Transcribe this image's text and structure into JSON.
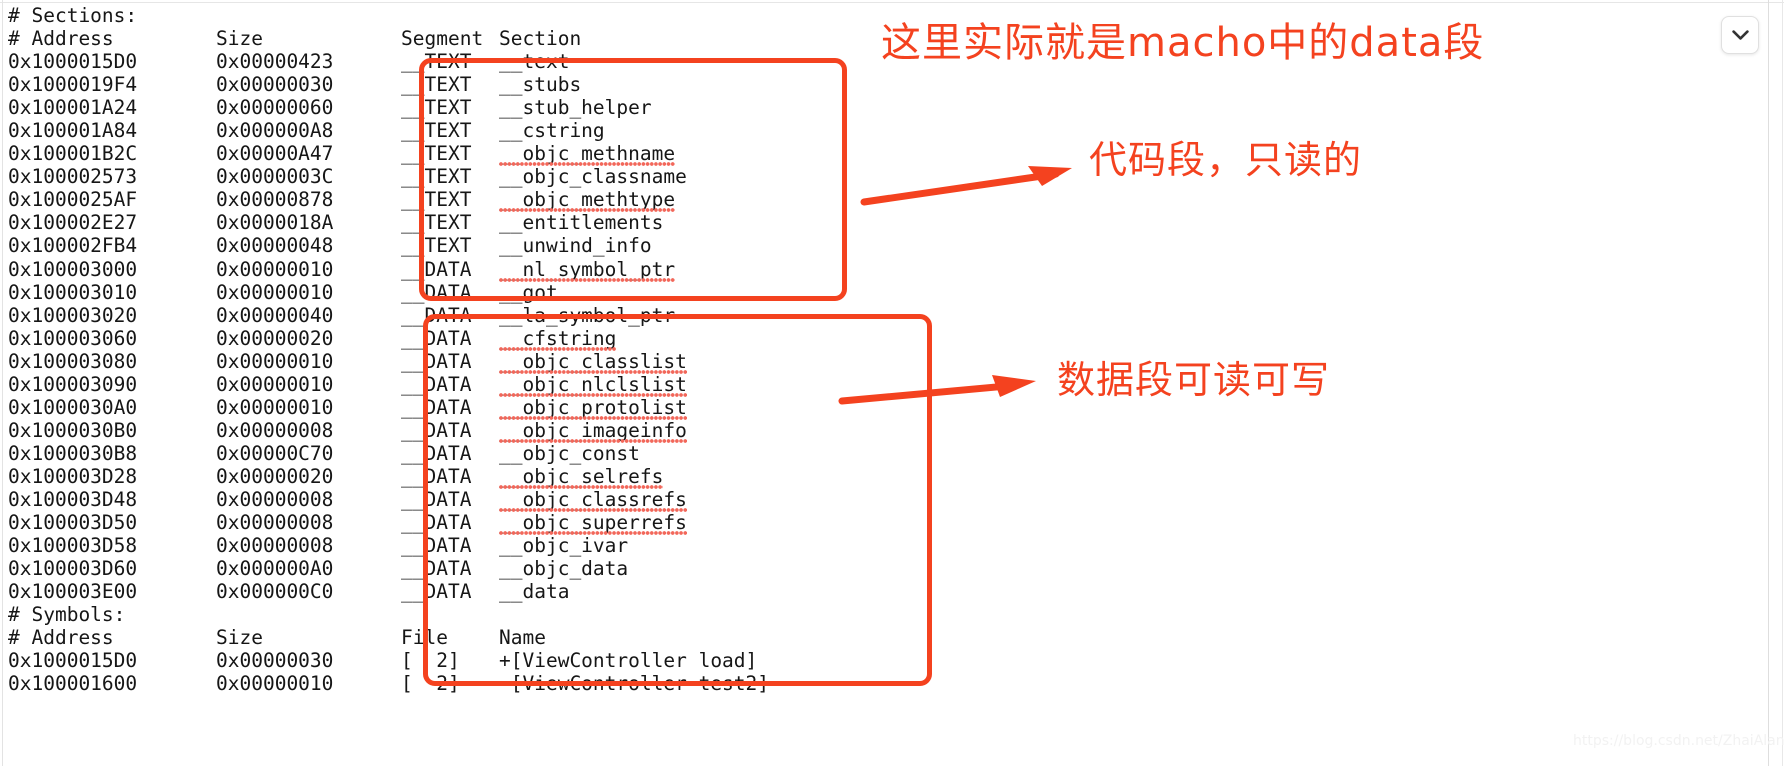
{
  "listing": {
    "headers": [
      {
        "kind": "comment",
        "text": "# Sections:"
      },
      {
        "addr": "# Address",
        "size": "Size",
        "seg": "",
        "sect": "Segment Section"
      }
    ],
    "sections_label": "# Sections:",
    "symbols_label": "# Symbols:",
    "columns": {
      "address": "# Address",
      "size": "Size",
      "segment": "Segment",
      "section": "Section",
      "file": "File",
      "name": "Name"
    },
    "symbols_header": "File  Name",
    "rows": [
      {
        "addr": "0x1000015D0",
        "size": "0x00000423",
        "seg": "__TEXT",
        "sect": "__text",
        "misspelled": false
      },
      {
        "addr": "0x1000019F4",
        "size": "0x00000030",
        "seg": "__TEXT",
        "sect": "__stubs",
        "misspelled": false
      },
      {
        "addr": "0x100001A24",
        "size": "0x00000060",
        "seg": "__TEXT",
        "sect": "__stub_helper",
        "misspelled": false
      },
      {
        "addr": "0x100001A84",
        "size": "0x000000A8",
        "seg": "__TEXT",
        "sect": "__cstring",
        "misspelled": false
      },
      {
        "addr": "0x100001B2C",
        "size": "0x00000A47",
        "seg": "__TEXT",
        "sect": "__objc_methname",
        "misspelled": true
      },
      {
        "addr": "0x100002573",
        "size": "0x0000003C",
        "seg": "__TEXT",
        "sect": "__objc_classname",
        "misspelled": false
      },
      {
        "addr": "0x1000025AF",
        "size": "0x00000878",
        "seg": "__TEXT",
        "sect": "__objc_methtype",
        "misspelled": true
      },
      {
        "addr": "0x100002E27",
        "size": "0x0000018A",
        "seg": "__TEXT",
        "sect": "__entitlements",
        "misspelled": false
      },
      {
        "addr": "0x100002FB4",
        "size": "0x00000048",
        "seg": "__TEXT",
        "sect": "__unwind_info",
        "misspelled": false
      },
      {
        "addr": "0x100003000",
        "size": "0x00000010",
        "seg": "__DATA",
        "sect": "__nl_symbol_ptr",
        "misspelled": true
      },
      {
        "addr": "0x100003010",
        "size": "0x00000010",
        "seg": "__DATA",
        "sect": "__got",
        "misspelled": false
      },
      {
        "addr": "0x100003020",
        "size": "0x00000040",
        "seg": "__DATA",
        "sect": "__la_symbol_ptr",
        "misspelled": false
      },
      {
        "addr": "0x100003060",
        "size": "0x00000020",
        "seg": "__DATA",
        "sect": "__cfstring",
        "misspelled": true
      },
      {
        "addr": "0x100003080",
        "size": "0x00000010",
        "seg": "__DATA",
        "sect": "__objc_classlist",
        "misspelled": true
      },
      {
        "addr": "0x100003090",
        "size": "0x00000010",
        "seg": "__DATA",
        "sect": "__objc_nlclslist",
        "misspelled": true
      },
      {
        "addr": "0x1000030A0",
        "size": "0x00000010",
        "seg": "__DATA",
        "sect": "__objc_protolist",
        "misspelled": true
      },
      {
        "addr": "0x1000030B0",
        "size": "0x00000008",
        "seg": "__DATA",
        "sect": "__objc_imageinfo",
        "misspelled": true
      },
      {
        "addr": "0x1000030B8",
        "size": "0x00000C70",
        "seg": "__DATA",
        "sect": "__objc_const",
        "misspelled": false
      },
      {
        "addr": "0x100003D28",
        "size": "0x00000020",
        "seg": "__DATA",
        "sect": "__objc_selrefs",
        "misspelled": true
      },
      {
        "addr": "0x100003D48",
        "size": "0x00000008",
        "seg": "__DATA",
        "sect": "__objc_classrefs",
        "misspelled": true
      },
      {
        "addr": "0x100003D50",
        "size": "0x00000008",
        "seg": "__DATA",
        "sect": "__objc_superrefs",
        "misspelled": true
      },
      {
        "addr": "0x100003D58",
        "size": "0x00000008",
        "seg": "__DATA",
        "sect": "__objc_ivar",
        "misspelled": false
      },
      {
        "addr": "0x100003D60",
        "size": "0x000000A0",
        "seg": "__DATA",
        "sect": "__objc_data",
        "misspelled": false
      },
      {
        "addr": "0x100003E00",
        "size": "0x000000C0",
        "seg": "__DATA",
        "sect": "__data",
        "misspelled": false
      }
    ],
    "symbol_rows": [
      {
        "addr": "0x1000015D0",
        "size": "0x00000030",
        "file": "[  2]",
        "name": "+[ViewController load]"
      },
      {
        "addr": "0x100001600",
        "size": "0x00000010",
        "file": "[  2]",
        "name": "-[ViewController test2]"
      }
    ]
  },
  "annotations": {
    "top": "这里实际就是macho中的data段",
    "text_segment": "代码段，只读的",
    "data_segment": "数据段可读可写",
    "color": "#f4421f"
  },
  "toolbar": {
    "chevron_icon": "chevron-down-icon"
  },
  "watermark": "https://blog.csdn.net/ZhaiAlan"
}
